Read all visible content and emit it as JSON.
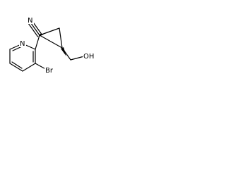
{
  "molecule": {
    "atoms": {
      "nitrogen_nitrile": "N",
      "nitrogen_ring": "N",
      "bromine": "Br",
      "hydroxyl": "OH"
    },
    "colors": {
      "ink": "#000000",
      "background": "#ffffff"
    }
  }
}
